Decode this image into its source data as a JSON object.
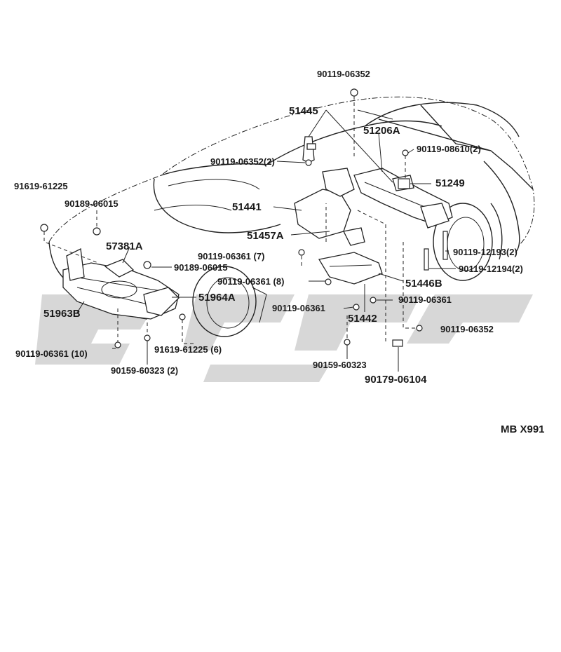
{
  "diagram": {
    "code": "MB X991",
    "labels": {
      "p1": "90119-06352",
      "p2": "51445",
      "p3": "51206A",
      "p4": "90119-08610(2)",
      "p5": "90119-06352(2)",
      "p6": "51249",
      "p7": "91619-61225",
      "p8": "90189-06015",
      "p9": "51441",
      "p10": "51457A",
      "p11": "90119-12193(2)",
      "p12": "57381A",
      "p13": "90119-06361 (7)",
      "p14": "90189-06015",
      "p15": "90119-12194(2)",
      "p16": "90119-06361 (8)",
      "p17": "51446B",
      "p18": "51964A",
      "p19": "90119-06361",
      "p20": "90119-06361",
      "p21": "51963B",
      "p22": "51442",
      "p23": "90119-06352",
      "p24": "90119-06361 (10)",
      "p25": "91619-61225 (6)",
      "p26": "90159-60323",
      "p27": "90159-60323 (2)",
      "p28": "90179-06104"
    }
  }
}
